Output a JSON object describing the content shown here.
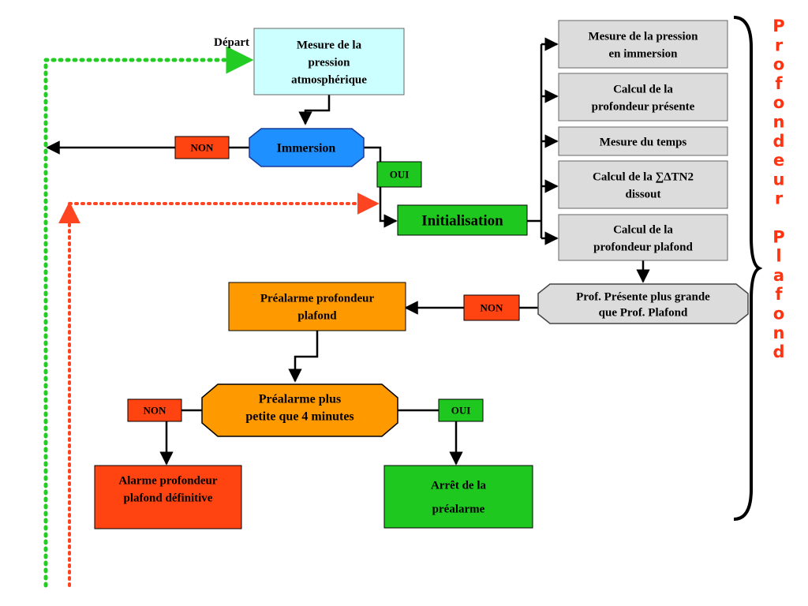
{
  "colors": {
    "cyan": "#ccffff",
    "blue": "#1e90ff",
    "green": "#1ec81e",
    "gray": "#dcdcdc",
    "orange": "#ff9900",
    "red": "#ff4411",
    "green_dot": "#22cc22",
    "red_dot": "#ff4422"
  },
  "start_label": "Départ",
  "nodes": {
    "measure_atm": [
      "Mesure de la",
      "pression",
      "atmosphérique"
    ],
    "immersion": [
      "Immersion"
    ],
    "non_immersion": [
      "NON"
    ],
    "oui_immersion": [
      "OUI"
    ],
    "initialisation": [
      "Initialisation"
    ],
    "measure_immersion": [
      "Mesure de la pression",
      "en immersion"
    ],
    "calc_present": [
      "Calcul de la",
      "profondeur présente"
    ],
    "measure_time": [
      "Mesure du temps"
    ],
    "calc_n2": [
      "Calcul de la ∑ΔTN2",
      "dissout"
    ],
    "calc_ceiling": [
      "Calcul de la",
      "profondeur plafond"
    ],
    "compare_depth": [
      "Prof. Présente plus grande",
      "que Prof. Plafond"
    ],
    "non_compare": [
      "NON"
    ],
    "prealarm": [
      "Préalarme profondeur",
      "plafond"
    ],
    "prealarm_check": [
      "Préalarme plus",
      "petite que 4 minutes"
    ],
    "non_prealarm": [
      "NON"
    ],
    "oui_prealarm": [
      "OUI"
    ],
    "alarm_final": [
      "Alarme profondeur",
      "plafond définitive"
    ],
    "stop_prealarm": [
      "Arrêt de la",
      "préalarme"
    ]
  },
  "vertical_label": "Profondeur Plafond"
}
